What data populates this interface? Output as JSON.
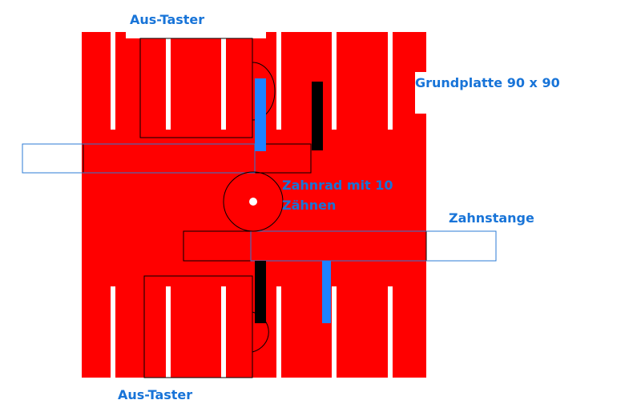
{
  "labels": {
    "top_switch": "Aus-Taster",
    "bottom_switch": "Aus-Taster",
    "base_plate": "Grundplatte 90 x 90",
    "gear_line1": "Zahnrad mit 10",
    "gear_line2": "Zähnen",
    "rack": "Zahnstange"
  },
  "colors": {
    "plate": "#ff0000",
    "label_text": "#1874d8",
    "blue_bar": "#1e82ff",
    "black_bar": "#000000",
    "outline_blue": "#2b7bd6",
    "outline_dark": "#000000",
    "background": "#ffffff"
  }
}
